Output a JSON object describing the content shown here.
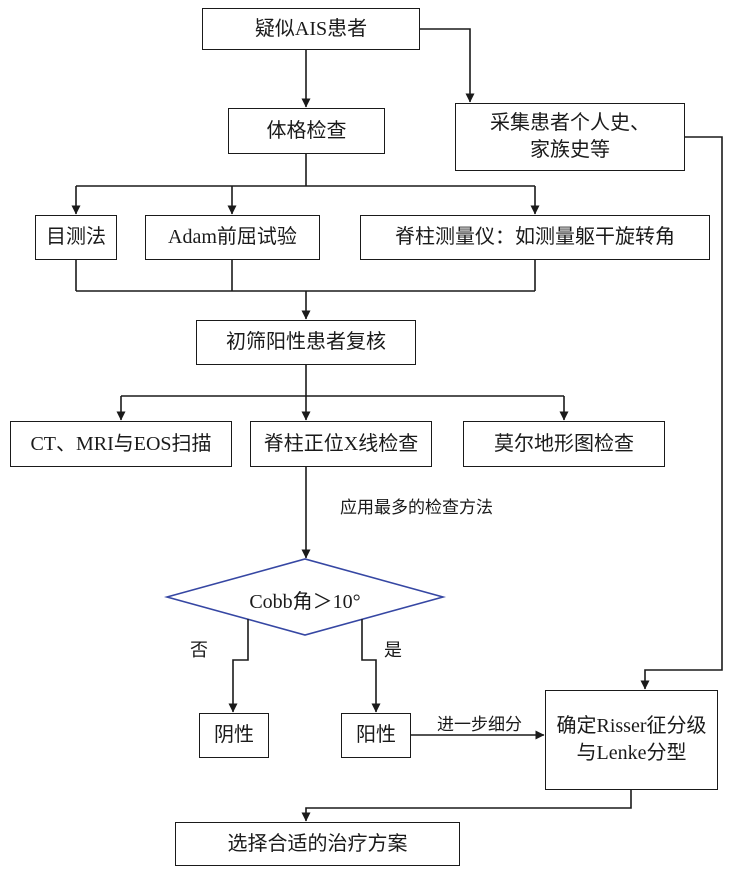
{
  "title": "AIS诊断流程图",
  "colors": {
    "background": "#ffffff",
    "line": "#1a1a1a",
    "box_border": "#1a1a1a",
    "diamond_border": "#3647a3",
    "text": "#1a1a1a"
  },
  "nodes": {
    "suspected": {
      "label": "疑似AIS患者"
    },
    "physical_exam": {
      "label": "体格检查"
    },
    "history": {
      "line1": "采集患者个人史、",
      "line2": "家族史等"
    },
    "visual_method": {
      "label": "目测法"
    },
    "adam_test": {
      "label": "Adam前屈试验"
    },
    "scoliometer": {
      "label": "脊柱测量仪：如测量躯干旋转角"
    },
    "recheck": {
      "label": "初筛阳性患者复核"
    },
    "ct_mri_eos": {
      "label": "CT、MRI与EOS扫描"
    },
    "xray": {
      "label": "脊柱正位X线检查"
    },
    "moire": {
      "label": "莫尔地形图检查"
    },
    "cobb_decision": {
      "label": "Cobb角＞10°"
    },
    "negative": {
      "label": "阴性"
    },
    "positive": {
      "label": "阳性"
    },
    "risser_lenke": {
      "line1": "确定Risser征分级",
      "line2": "与Lenke分型"
    },
    "treatment": {
      "label": "选择合适的治疗方案"
    }
  },
  "edge_labels": {
    "most_used_method": "应用最多的检查方法",
    "no": "否",
    "yes": "是",
    "further_subdivide": "进一步细分"
  }
}
